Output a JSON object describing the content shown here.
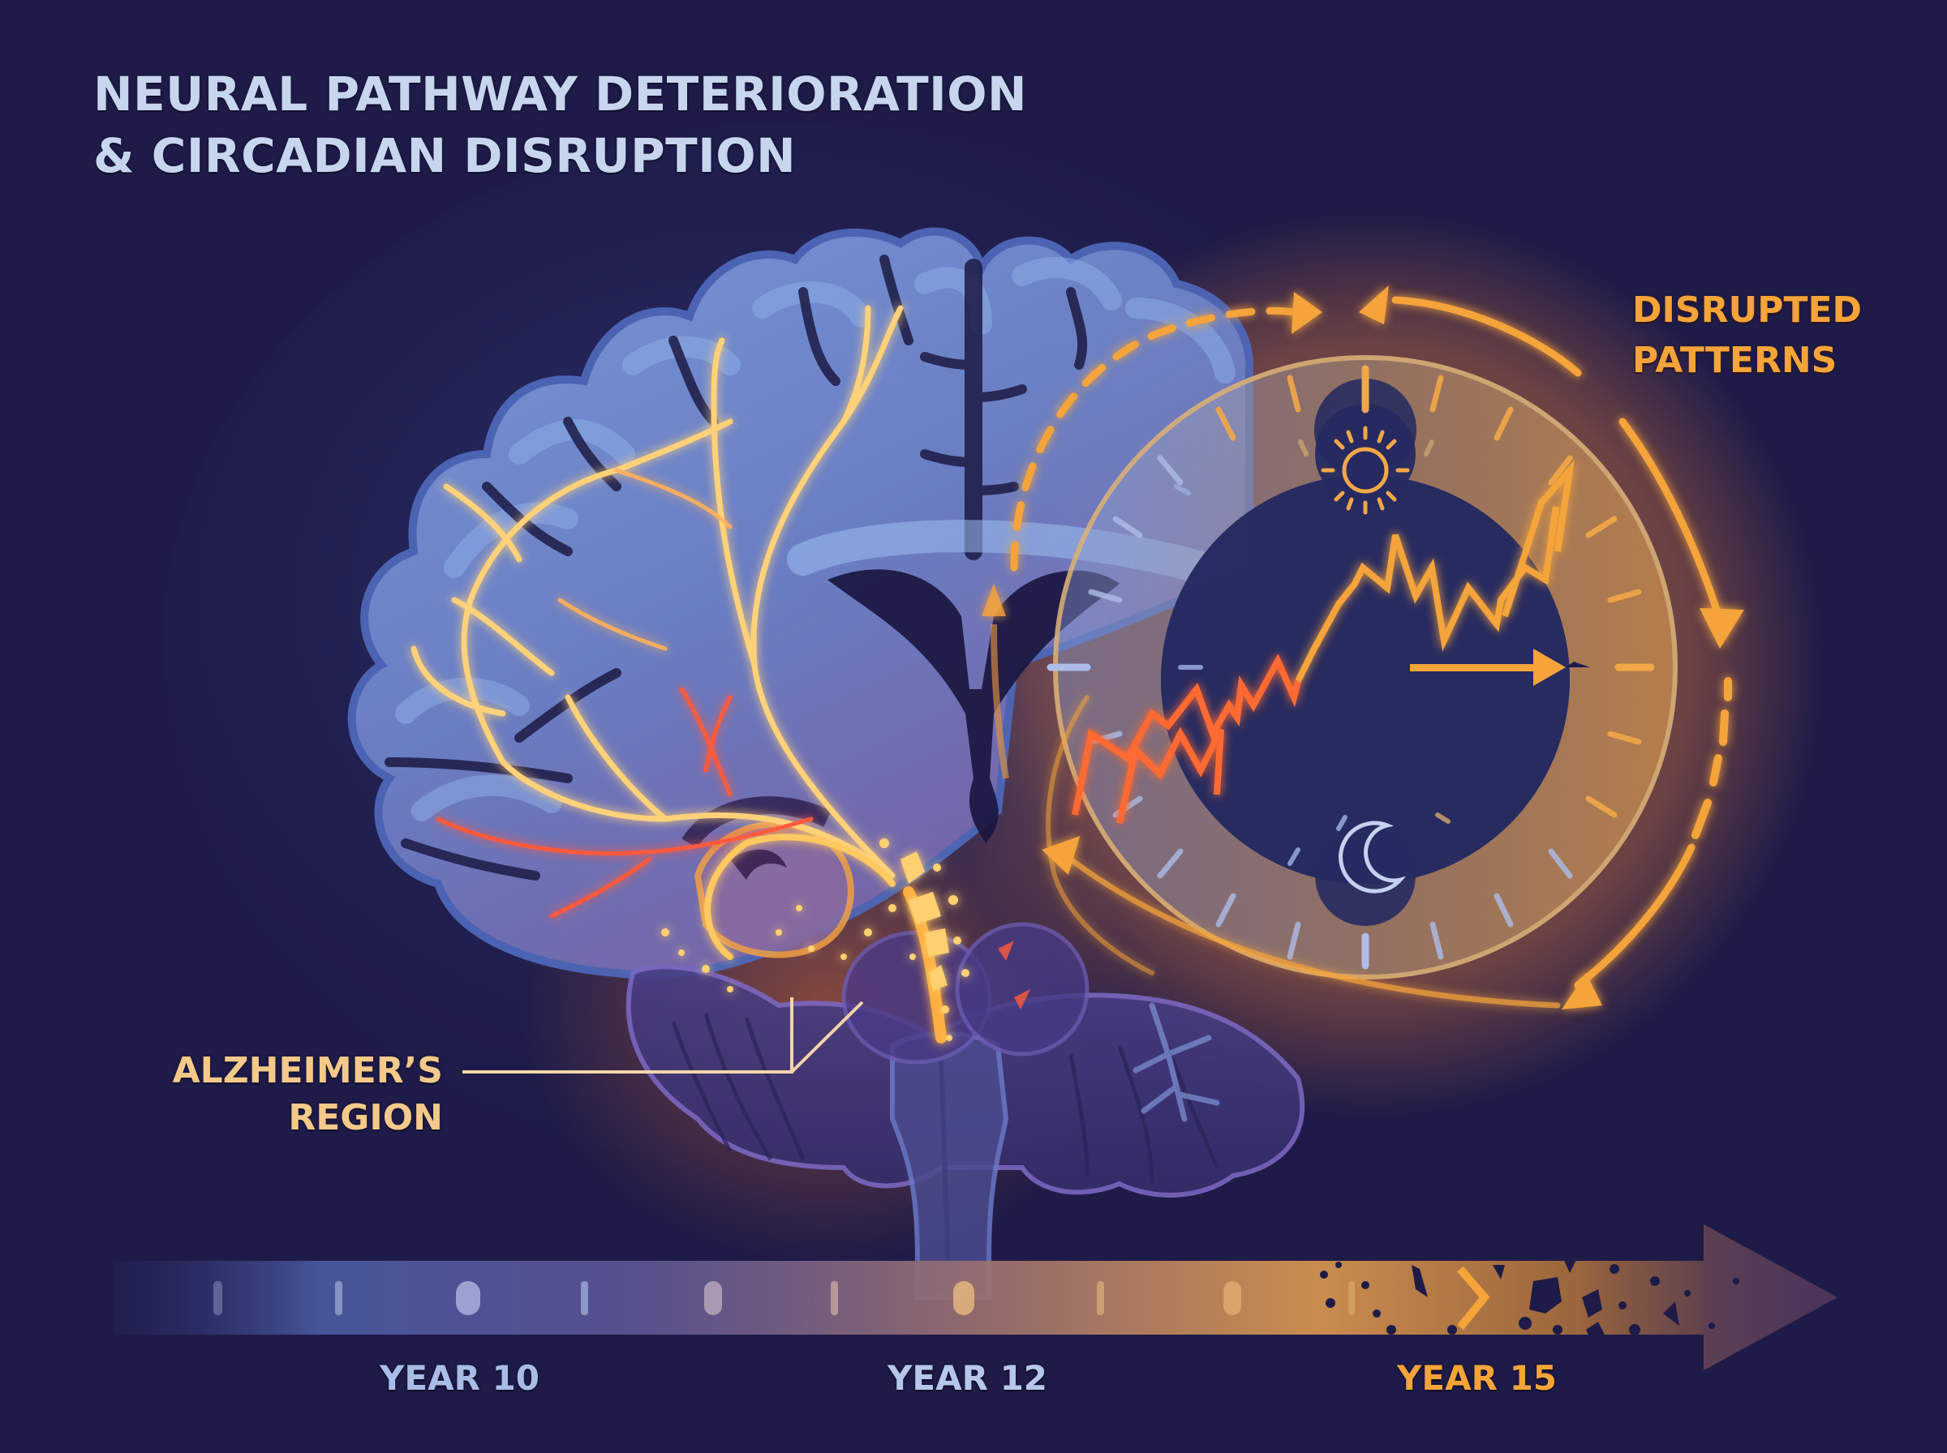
{
  "title": {
    "line1": "NEURAL PATHWAY DETERIORATION",
    "line2": "& CIRCADIAN DISRUPTION"
  },
  "labels": {
    "disrupted": {
      "line1": "DISRUPTED",
      "line2": "PATTERNS"
    },
    "alzheimers": {
      "line1": "ALZHEIMER’S",
      "line2": "REGION"
    }
  },
  "timeline": {
    "years": [
      {
        "label": "YEAR 10",
        "state": "healthy"
      },
      {
        "label": "YEAR 12",
        "state": "transition"
      },
      {
        "label": "YEAR 15",
        "state": "deteriorated"
      }
    ],
    "direction": "right-arrow",
    "end_state": "fragmented"
  },
  "clock": {
    "top_icon": "sun-icon",
    "bottom_icon": "moon-icon",
    "hand": "arrow-pointing-3-oclock",
    "signal": "erratic-zigzag-line"
  },
  "colors": {
    "background": "#1e1b48",
    "title_text": "#c7d5ef",
    "accent_orange": "#f5a43a",
    "alz_label": "#f4c98a",
    "brain_blue": "#6f86cc",
    "year_text": "#a9bce6",
    "neural_glow": "#ffd27a",
    "damage_red": "#ff5a3a"
  }
}
